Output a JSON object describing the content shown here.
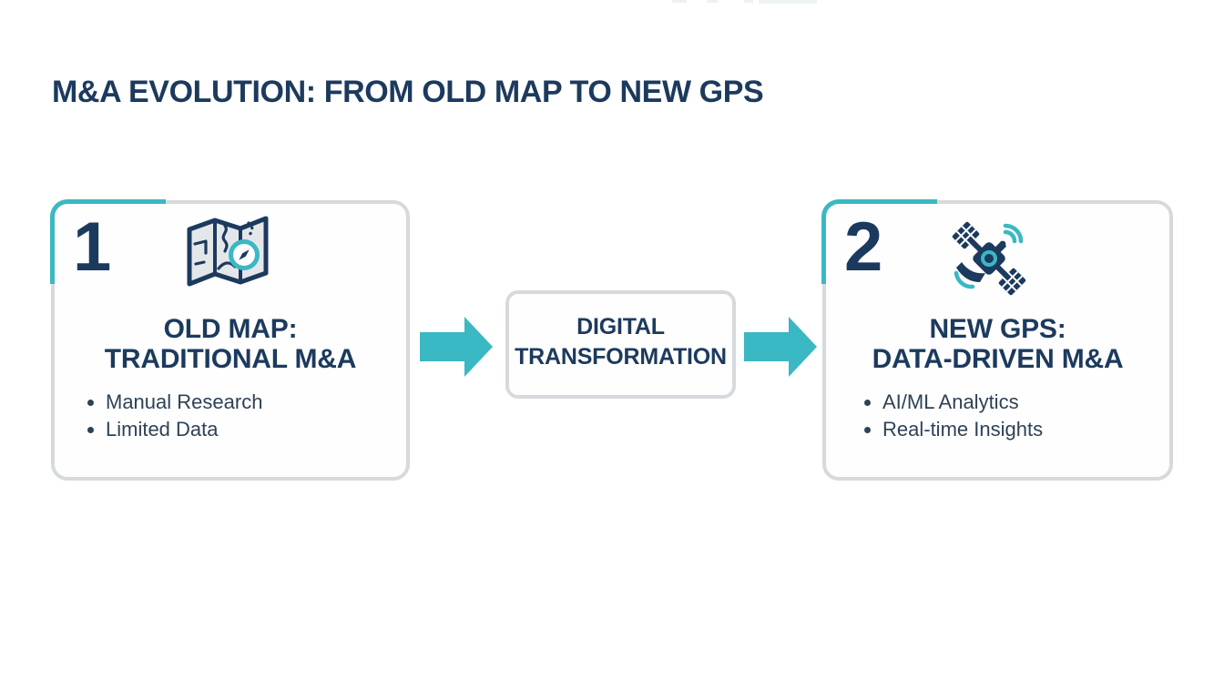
{
  "page": {
    "title": "M&A EVOLUTION: FROM OLD MAP TO NEW GPS"
  },
  "colors": {
    "navy": "#1c3a5e",
    "teal": "#3ab8c4",
    "text_slate": "#2e4256",
    "card_border": "#d6dadd",
    "icon_fill": "#e4e7ea",
    "bg": "#ffffff"
  },
  "flow": {
    "stages": [
      {
        "number": "1",
        "icon": "folded-map-with-compass-icon",
        "title_lines": [
          "OLD MAP:",
          "TRADITIONAL M&A"
        ],
        "bullets": [
          "Manual Research",
          "Limited Data"
        ]
      },
      {
        "number": "2",
        "icon": "gps-satellite-icon",
        "title_lines": [
          "NEW GPS:",
          "DATA-DRIVEN M&A"
        ],
        "bullets": [
          "AI/ML Analytics",
          "Real-time Insights"
        ]
      }
    ],
    "connector": {
      "label_lines": [
        "DIGITAL",
        "TRANSFORMATION"
      ],
      "arrows": [
        "flow-arrow-left-icon",
        "flow-arrow-right-icon"
      ]
    }
  }
}
